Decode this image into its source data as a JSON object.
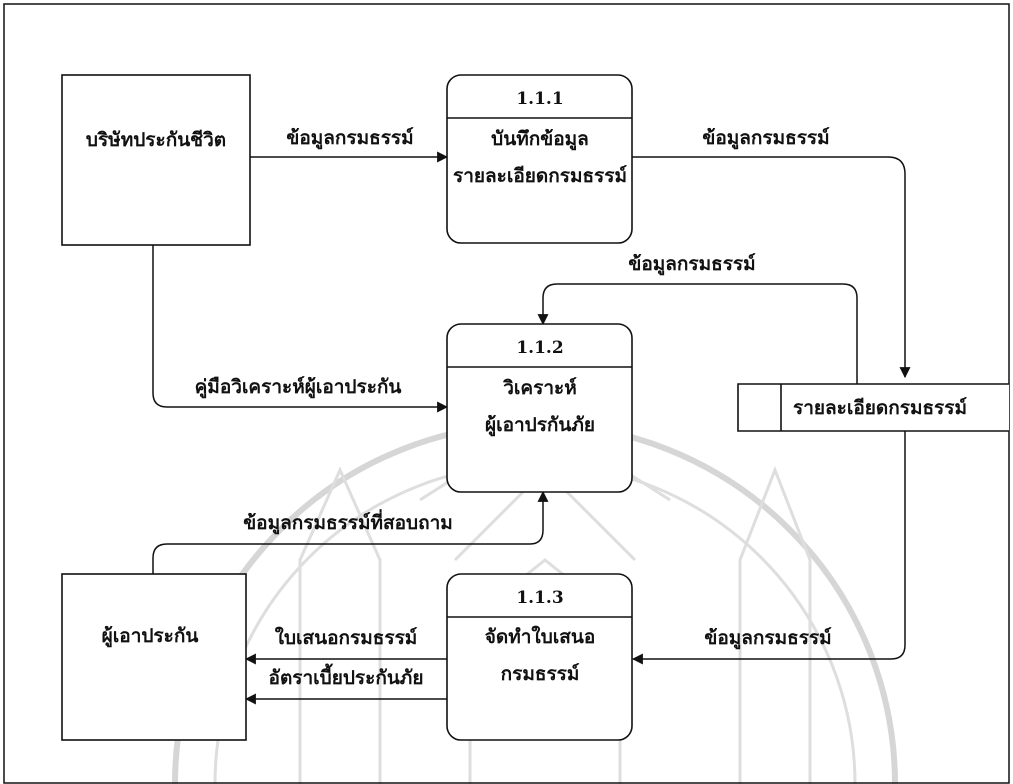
{
  "external_entities": {
    "insurance_company": "บริษัทประกันชีวิต",
    "applicant": "ผู้เอาประกัน"
  },
  "processes": {
    "p111": {
      "id": "1.1.1",
      "line1": "บันทึกข้อมูล",
      "line2": "รายละเอียดกรมธรรม์"
    },
    "p112": {
      "id": "1.1.2",
      "line1": "วิเคราะห์",
      "line2": "ผู้เอาปรกันภัย"
    },
    "p113": {
      "id": "1.1.3",
      "line1": "จัดทำใบเสนอ",
      "line2": "กรมธรรม์"
    }
  },
  "data_store": {
    "name": "รายละเอียดกรมธรรม์"
  },
  "flows": {
    "company_to_p111": "ข้อมูลกรมธรรม์",
    "p111_to_store": "ข้อมูลกรมธรรม์",
    "store_to_p112": "ข้อมูลกรมธรรม์",
    "company_to_p112": "คู่มือวิเคราะห์ผู้เอาประกัน",
    "applicant_to_p112": "ข้อมูลกรมธรรม์ที่สอบถาม",
    "store_to_p113": "ข้อมูลกรมธรรม์",
    "p113_to_applicant_1": "ใบเสนอกรมธรรม์",
    "p113_to_applicant_2": "อัตราเบี้ยประกันภัย"
  }
}
